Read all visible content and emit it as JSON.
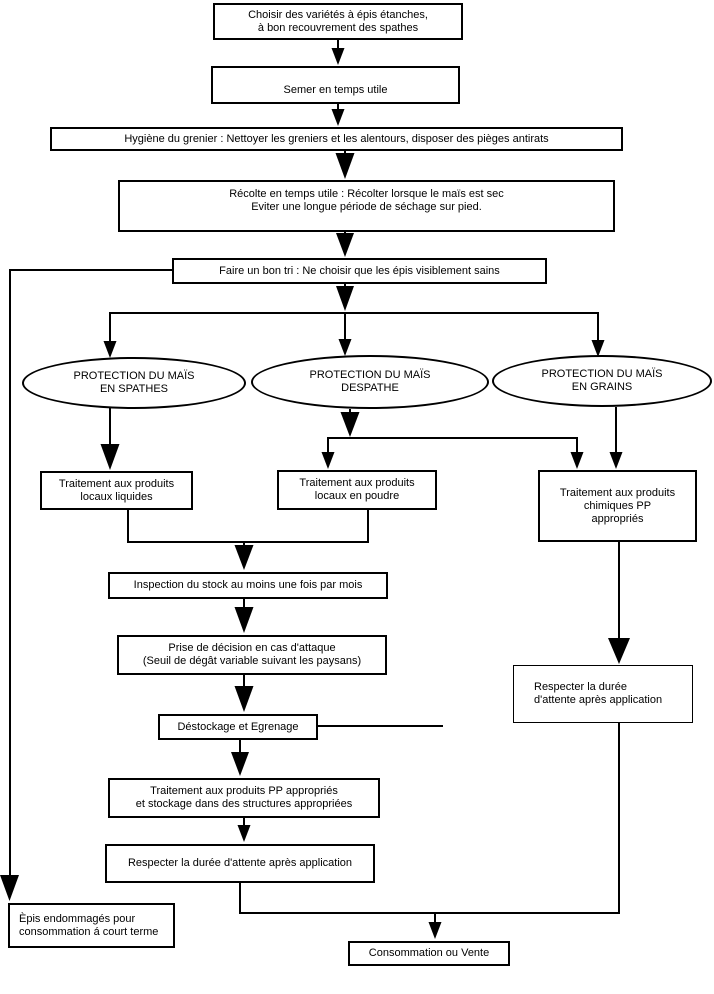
{
  "diagram": {
    "colors": {
      "stroke": "#000000",
      "background": "#ffffff",
      "text": "#000000"
    },
    "nodes": {
      "choisir": {
        "line1": "Choisir des variétés à épis étanches,",
        "line2": "à bon recouvrement des spathes"
      },
      "semer": {
        "line1": "Semer en temps utile"
      },
      "hygiene": {
        "line1": "Hygiène du grenier : Nettoyer les greniers et les alentours, disposer des pièges antirats"
      },
      "recolte": {
        "line1": "Récolte en temps utile : Récolter lorsque le maïs est sec",
        "line2": "Eviter une longue période de séchage sur pied."
      },
      "tri": {
        "line1": "Faire un bon tri : Ne choisir que les épis visiblement sains"
      },
      "spathes": {
        "line1": "PROTECTION DU MAÏS",
        "line2": "EN SPATHES"
      },
      "despathe": {
        "line1": "PROTECTION DU MAÏS",
        "line2": "DESPATHE"
      },
      "grains": {
        "line1": "PROTECTION DU MAÏS",
        "line2": "EN GRAINS"
      },
      "trait_liquides": {
        "line1": "Traitement aux produits",
        "line2": "locaux liquides"
      },
      "trait_poudre": {
        "line1": "Traitement aux produits",
        "line2": "locaux en poudre"
      },
      "trait_chimiques": {
        "line1": "Traitement aux produits",
        "line2": "chimiques PP",
        "line3": "appropriés"
      },
      "inspection": {
        "line1": "Inspection du stock au moins une fois par mois"
      },
      "prise": {
        "line1": "Prise de décision en cas d'attaque",
        "line2": "(Seuil de dégât variable suivant les paysans)"
      },
      "destockage": {
        "line1": "Déstockage et Egrenage"
      },
      "trait_pp": {
        "line1": "Traitement aux produits PP appropriés",
        "line2": "et stockage dans des structures appropriées"
      },
      "respecter_gauche": {
        "line1": "Respecter la durée d'attente après application"
      },
      "respecter_droite": {
        "line1": "Respecter la durée",
        "line2": "d'attente après application"
      },
      "epis": {
        "line1": "Èpis endommagés pour",
        "line2": "consommation á court terme"
      },
      "consommation": {
        "line1": "Consommation ou Vente"
      }
    }
  }
}
